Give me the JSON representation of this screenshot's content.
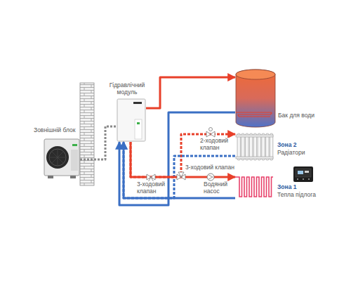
{
  "diagram": {
    "nodes": [
      {
        "text": [
          "Зовнішній блок"
        ]
      },
      {
        "text": [
          "Гідравлічний модуль"
        ]
      },
      {
        "text": [
          "Бак для води"
        ]
      },
      {
        "text": [
          "Зона 2",
          "Радіатори"
        ]
      },
      {
        "text": [
          "Зона 1",
          "Тепла підлога"
        ]
      }
    ],
    "edges": [
      {
        "from": 0,
        "to": 1,
        "arrow": "none"
      },
      {
        "from": 1,
        "to": 2,
        "arrow": "to"
      },
      {
        "from": 2,
        "to": 1,
        "arrow": "to"
      },
      {
        "from": 1,
        "to": 3,
        "arrow": "to"
      },
      {
        "from": 3,
        "to": 1,
        "arrow": "to"
      },
      {
        "from": 1,
        "to": 4,
        "arrow": "to"
      },
      {
        "from": 4,
        "to": 1,
        "arrow": "to"
      }
    ],
    "labels": [
      "2-ходовий клапан",
      "3-ходовий клапан",
      "Водяний насос",
      "3-ходовий клапан"
    ]
  }
}
